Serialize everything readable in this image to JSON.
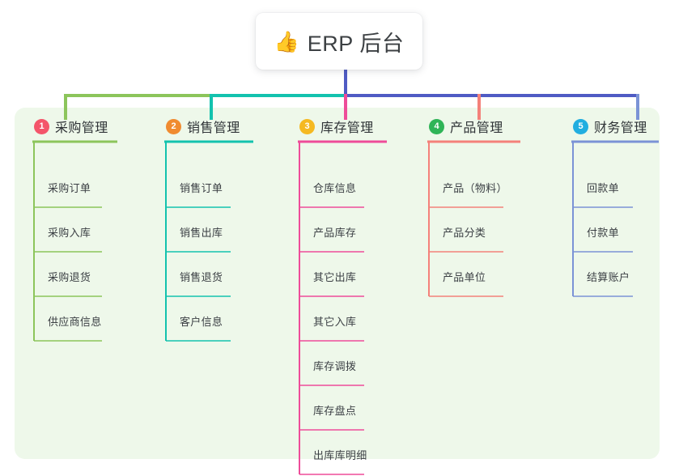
{
  "root": {
    "icon": "thumbs-up-emoji",
    "emoji": "👍",
    "title": "ERP 后台"
  },
  "colors": {
    "panel_bg": "#eef8ea",
    "root_stem": "#4f5bc4",
    "bus_left": "#8cc55b",
    "bus_mid": "#13c2ae",
    "bus_right": "#4f5bc4",
    "branch1": "#8cc55b",
    "branch2": "#13c2ae",
    "branch3": "#ee4c99",
    "branch4": "#f4817a",
    "branch5": "#7b93d6",
    "badge1": "#f4556a",
    "badge2": "#f08b30",
    "badge3": "#f5b921",
    "badge4": "#2fb457",
    "badge5": "#21aee0",
    "text": "#3b3f44"
  },
  "branches": [
    {
      "number": "1",
      "title": "采购管理",
      "badge_color": "#f4556a",
      "line_color": "#8cc55b",
      "items": [
        "采购订单",
        "采购入库",
        "采购退货",
        "供应商信息"
      ]
    },
    {
      "number": "2",
      "title": "销售管理",
      "badge_color": "#f08b30",
      "line_color": "#13c2ae",
      "items": [
        "销售订单",
        "销售出库",
        "销售退货",
        "客户信息"
      ]
    },
    {
      "number": "3",
      "title": "库存管理",
      "badge_color": "#f5b921",
      "line_color": "#ee4c99",
      "items": [
        "仓库信息",
        "产品库存",
        "其它出库",
        "其它入库",
        "库存调拨",
        "库存盘点",
        "出库库明细"
      ]
    },
    {
      "number": "4",
      "title": "产品管理",
      "badge_color": "#2fb457",
      "line_color": "#f4817a",
      "items": [
        "产品（物料）",
        "产品分类",
        "产品单位"
      ]
    },
    {
      "number": "5",
      "title": "财务管理",
      "badge_color": "#21aee0",
      "line_color": "#7b93d6",
      "items": [
        "回款单",
        "付款单",
        "结算账户"
      ]
    }
  ]
}
